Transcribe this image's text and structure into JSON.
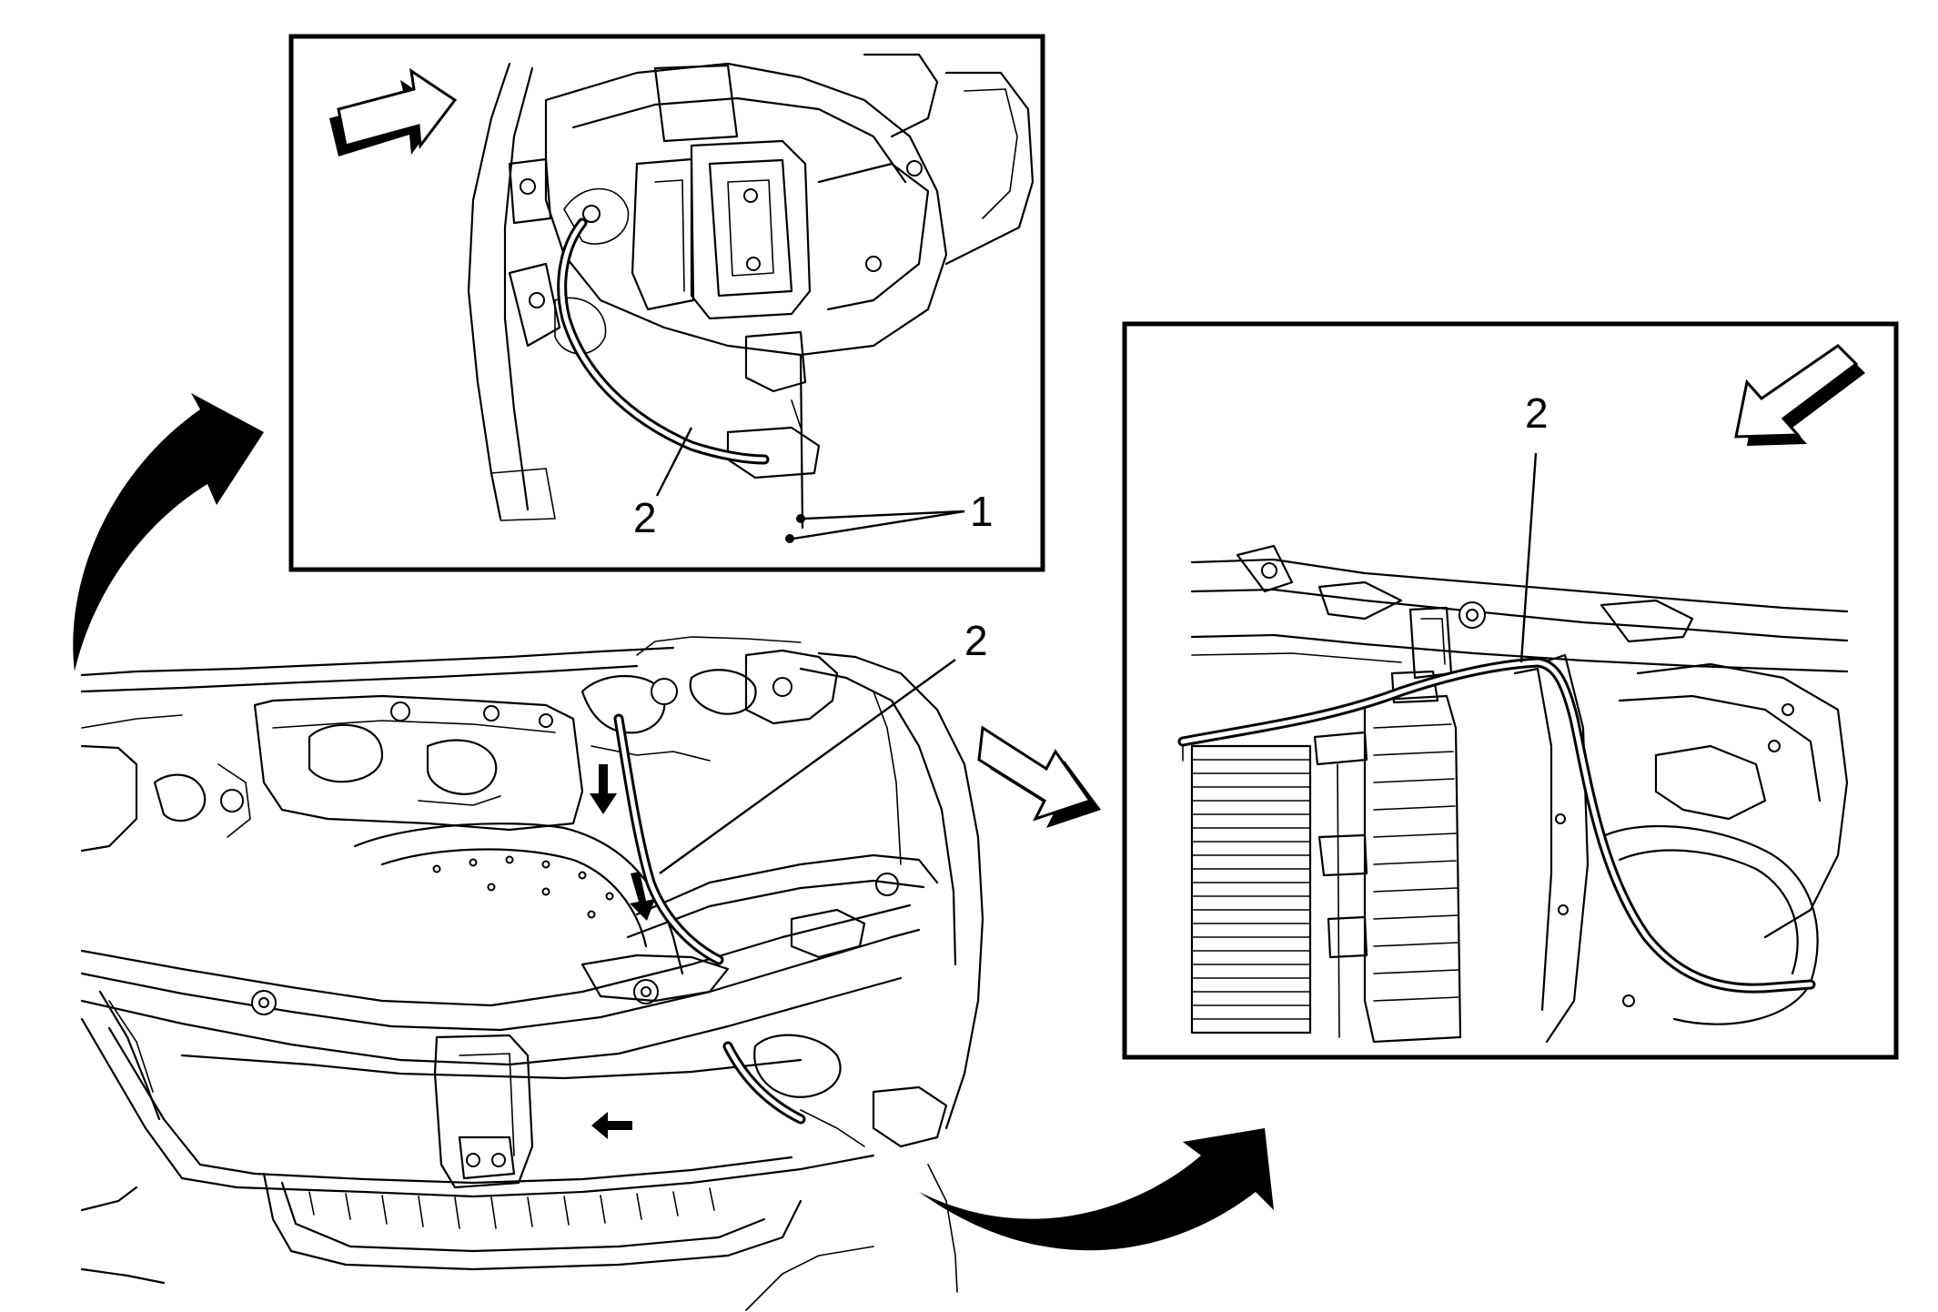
{
  "diagram": {
    "colors": {
      "line": "#000000",
      "background": "#ffffff"
    },
    "callouts": {
      "main_cable": "2",
      "top_inset_cable": "2",
      "top_inset_fasteners": "1",
      "right_inset_cable": "2"
    },
    "icons": {
      "view_direction_top": "view-direction-arrow-icon",
      "view_direction_main": "view-direction-arrow-icon",
      "view_direction_right": "view-direction-arrow-icon",
      "transition_to_top": "curved-transition-arrow-icon",
      "transition_to_right": "curved-transition-arrow-icon",
      "routing_arrows": "routing-direction-arrow-icon"
    }
  }
}
